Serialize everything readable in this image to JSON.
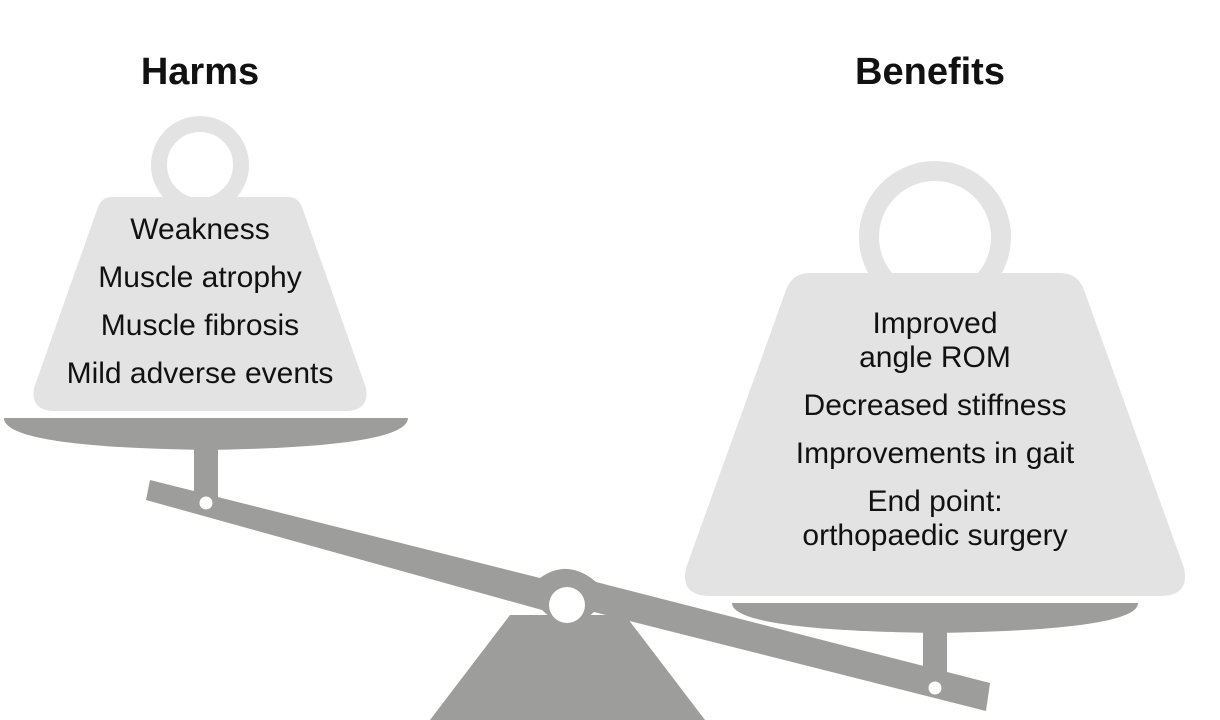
{
  "diagram": {
    "harms": {
      "heading": "Harms",
      "items": [
        "Weakness",
        "Muscle atrophy",
        "Muscle fibrosis",
        "Mild adverse events"
      ]
    },
    "benefits": {
      "heading": "Benefits",
      "items": [
        "Improved\nangle ROM",
        "Decreased stiffness",
        "Improvements in gait",
        "End point:\northopaedic surgery"
      ]
    },
    "colors": {
      "weight_fill": "#e3e3e3",
      "scale_fill": "#9d9d9c",
      "text": "#111111",
      "background": "#ffffff"
    }
  }
}
